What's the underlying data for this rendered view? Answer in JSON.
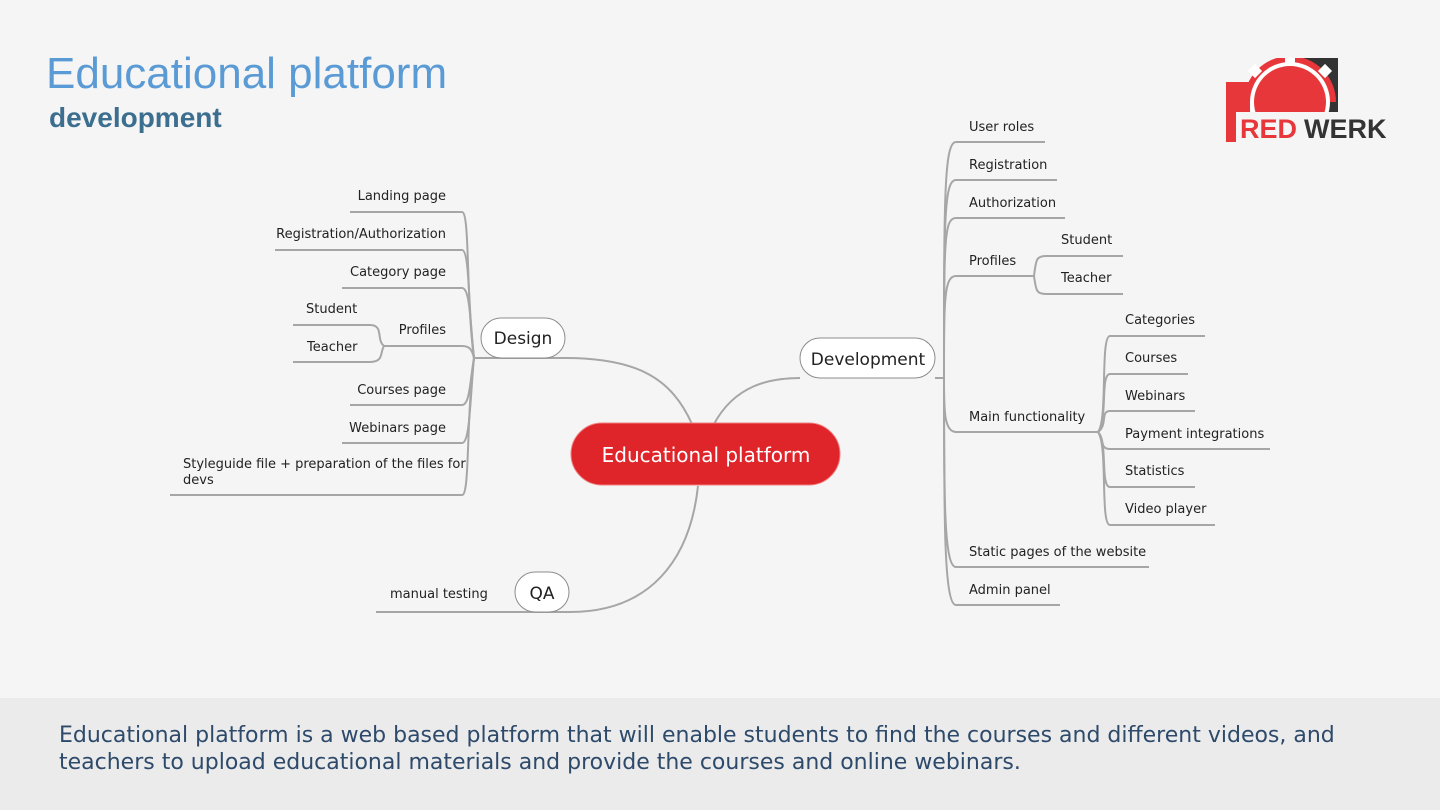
{
  "header": {
    "title": "Educational platform",
    "subtitle": "development"
  },
  "logo": {
    "text_red": "RED",
    "text_dark": "WERK",
    "colors": {
      "red": "#e8373b",
      "dark": "#333333"
    }
  },
  "mindmap": {
    "root": "Educational platform",
    "branches": {
      "design": {
        "label": "Design",
        "items": [
          "Landing page",
          "Registration/Authorization",
          "Category page",
          "Profiles",
          "Courses page",
          "Webinars page"
        ],
        "styleguide": [
          "Styleguide file + preparation of the files for",
          "devs"
        ],
        "profiles_children": [
          "Student",
          "Teacher"
        ]
      },
      "qa": {
        "label": "QA",
        "items": [
          "manual testing"
        ]
      },
      "development": {
        "label": "Development",
        "items": [
          "User roles",
          "Registration",
          "Authorization",
          "Profiles",
          "Main functionality",
          "Static pages of the website",
          "Admin panel"
        ],
        "profiles_children": [
          "Student",
          "Teacher"
        ],
        "main_functionality_children": [
          "Categories",
          "Courses",
          "Webinars",
          "Payment integrations",
          "Statistics",
          "Video player"
        ]
      }
    },
    "colors": {
      "root_fill": "#e0252a",
      "root_text": "#ffffff",
      "line": "#a6a6a6"
    }
  },
  "footer": {
    "text": "Educational platform is a web based platform that will enable students to find the courses and different videos, and teachers to upload educational materials and provide the courses and online webinars."
  }
}
